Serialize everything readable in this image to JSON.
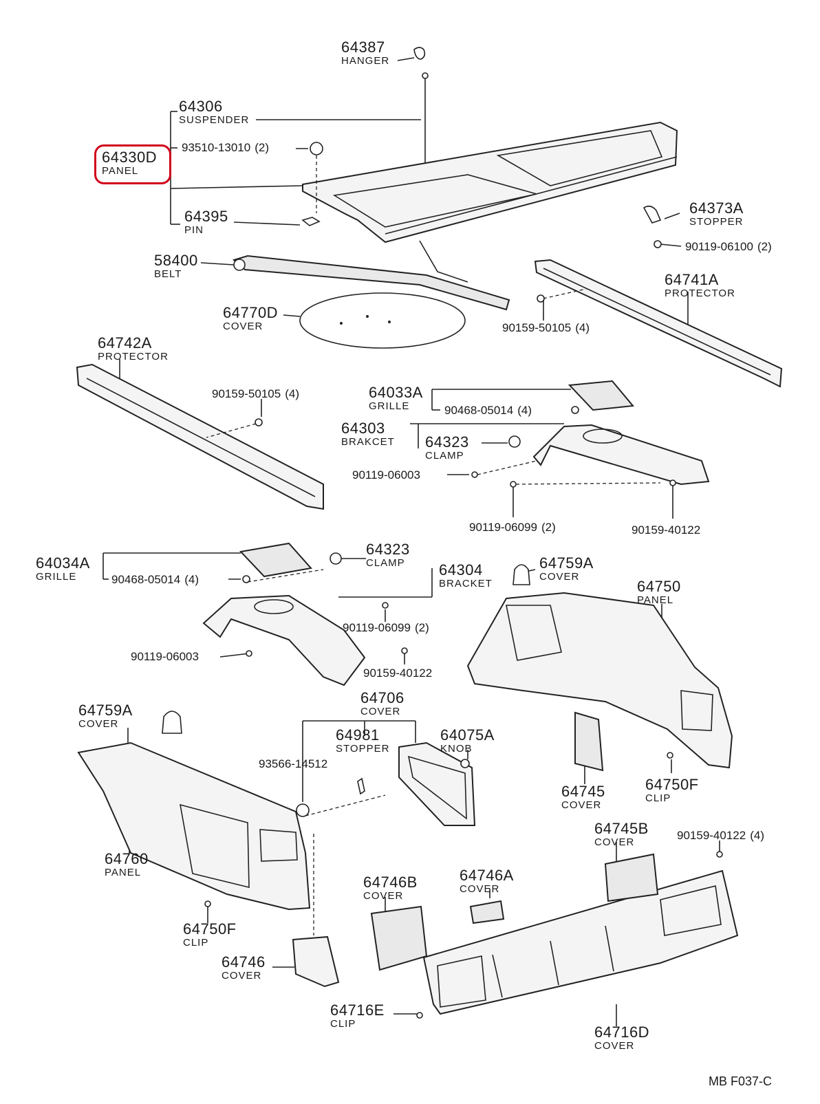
{
  "parts": [
    {
      "id": "p64387",
      "num": "64387",
      "name": "HANGER"
    },
    {
      "id": "p64306",
      "num": "64306",
      "name": "SUSPENDER"
    },
    {
      "id": "p64330D",
      "num": "64330D",
      "name": "PANEL"
    },
    {
      "id": "p64395",
      "num": "64395",
      "name": "PIN"
    },
    {
      "id": "p64373A",
      "num": "64373A",
      "name": "STOPPER"
    },
    {
      "id": "p58400",
      "num": "58400",
      "name": "BELT"
    },
    {
      "id": "p64741A",
      "num": "64741A",
      "name": "PROTECTOR"
    },
    {
      "id": "p64770D",
      "num": "64770D",
      "name": "COVER"
    },
    {
      "id": "p64742A",
      "num": "64742A",
      "name": "PROTECTOR"
    },
    {
      "id": "p64033A",
      "num": "64033A",
      "name": "GRILLE"
    },
    {
      "id": "p64303",
      "num": "64303",
      "name": "BRAKCET"
    },
    {
      "id": "p64323a",
      "num": "64323",
      "name": "CLAMP"
    },
    {
      "id": "p64034A",
      "num": "64034A",
      "name": "GRILLE"
    },
    {
      "id": "p64323b",
      "num": "64323",
      "name": "CLAMP"
    },
    {
      "id": "p64304",
      "num": "64304",
      "name": "BRACKET"
    },
    {
      "id": "p64759Aa",
      "num": "64759A",
      "name": "COVER"
    },
    {
      "id": "p64750",
      "num": "64750",
      "name": "PANEL"
    },
    {
      "id": "p64706",
      "num": "64706",
      "name": "COVER"
    },
    {
      "id": "p64759Ab",
      "num": "64759A",
      "name": "COVER"
    },
    {
      "id": "p64981",
      "num": "64981",
      "name": "STOPPER"
    },
    {
      "id": "p64075A",
      "num": "64075A",
      "name": "KNOB"
    },
    {
      "id": "p64745",
      "num": "64745",
      "name": "COVER"
    },
    {
      "id": "p64750Fa",
      "num": "64750F",
      "name": "CLIP"
    },
    {
      "id": "p64760",
      "num": "64760",
      "name": "PANEL"
    },
    {
      "id": "p64745B",
      "num": "64745B",
      "name": "COVER"
    },
    {
      "id": "p64746B",
      "num": "64746B",
      "name": "COVER"
    },
    {
      "id": "p64746A",
      "num": "64746A",
      "name": "COVER"
    },
    {
      "id": "p64750Fb",
      "num": "64750F",
      "name": "CLIP"
    },
    {
      "id": "p64746",
      "num": "64746",
      "name": "COVER"
    },
    {
      "id": "p64716E",
      "num": "64716E",
      "name": "CLIP"
    },
    {
      "id": "p64716D",
      "num": "64716D",
      "name": "COVER"
    }
  ],
  "fasteners": [
    {
      "id": "f1",
      "num": "93510-13010",
      "qty": "(2)"
    },
    {
      "id": "f2",
      "num": "90119-06100",
      "qty": "(2)"
    },
    {
      "id": "f3",
      "num": "90159-50105",
      "qty": "(4)"
    },
    {
      "id": "f4",
      "num": "90159-50105",
      "qty": "(4)"
    },
    {
      "id": "f5",
      "num": "90468-05014",
      "qty": "(4)"
    },
    {
      "id": "f6",
      "num": "90119-06003",
      "qty": ""
    },
    {
      "id": "f7",
      "num": "90119-06099",
      "qty": "(2)"
    },
    {
      "id": "f8",
      "num": "90159-40122",
      "qty": ""
    },
    {
      "id": "f9",
      "num": "90468-05014",
      "qty": "(4)"
    },
    {
      "id": "f10",
      "num": "90119-06099",
      "qty": "(2)"
    },
    {
      "id": "f11",
      "num": "90119-06003",
      "qty": ""
    },
    {
      "id": "f12",
      "num": "90159-40122",
      "qty": ""
    },
    {
      "id": "f13",
      "num": "93566-14512",
      "qty": ""
    },
    {
      "id": "f14",
      "num": "90159-40122",
      "qty": "(4)"
    }
  ],
  "highlight": {
    "part": "64330D",
    "color": "#d0021b"
  },
  "diagram_code": "MB  F037-C"
}
